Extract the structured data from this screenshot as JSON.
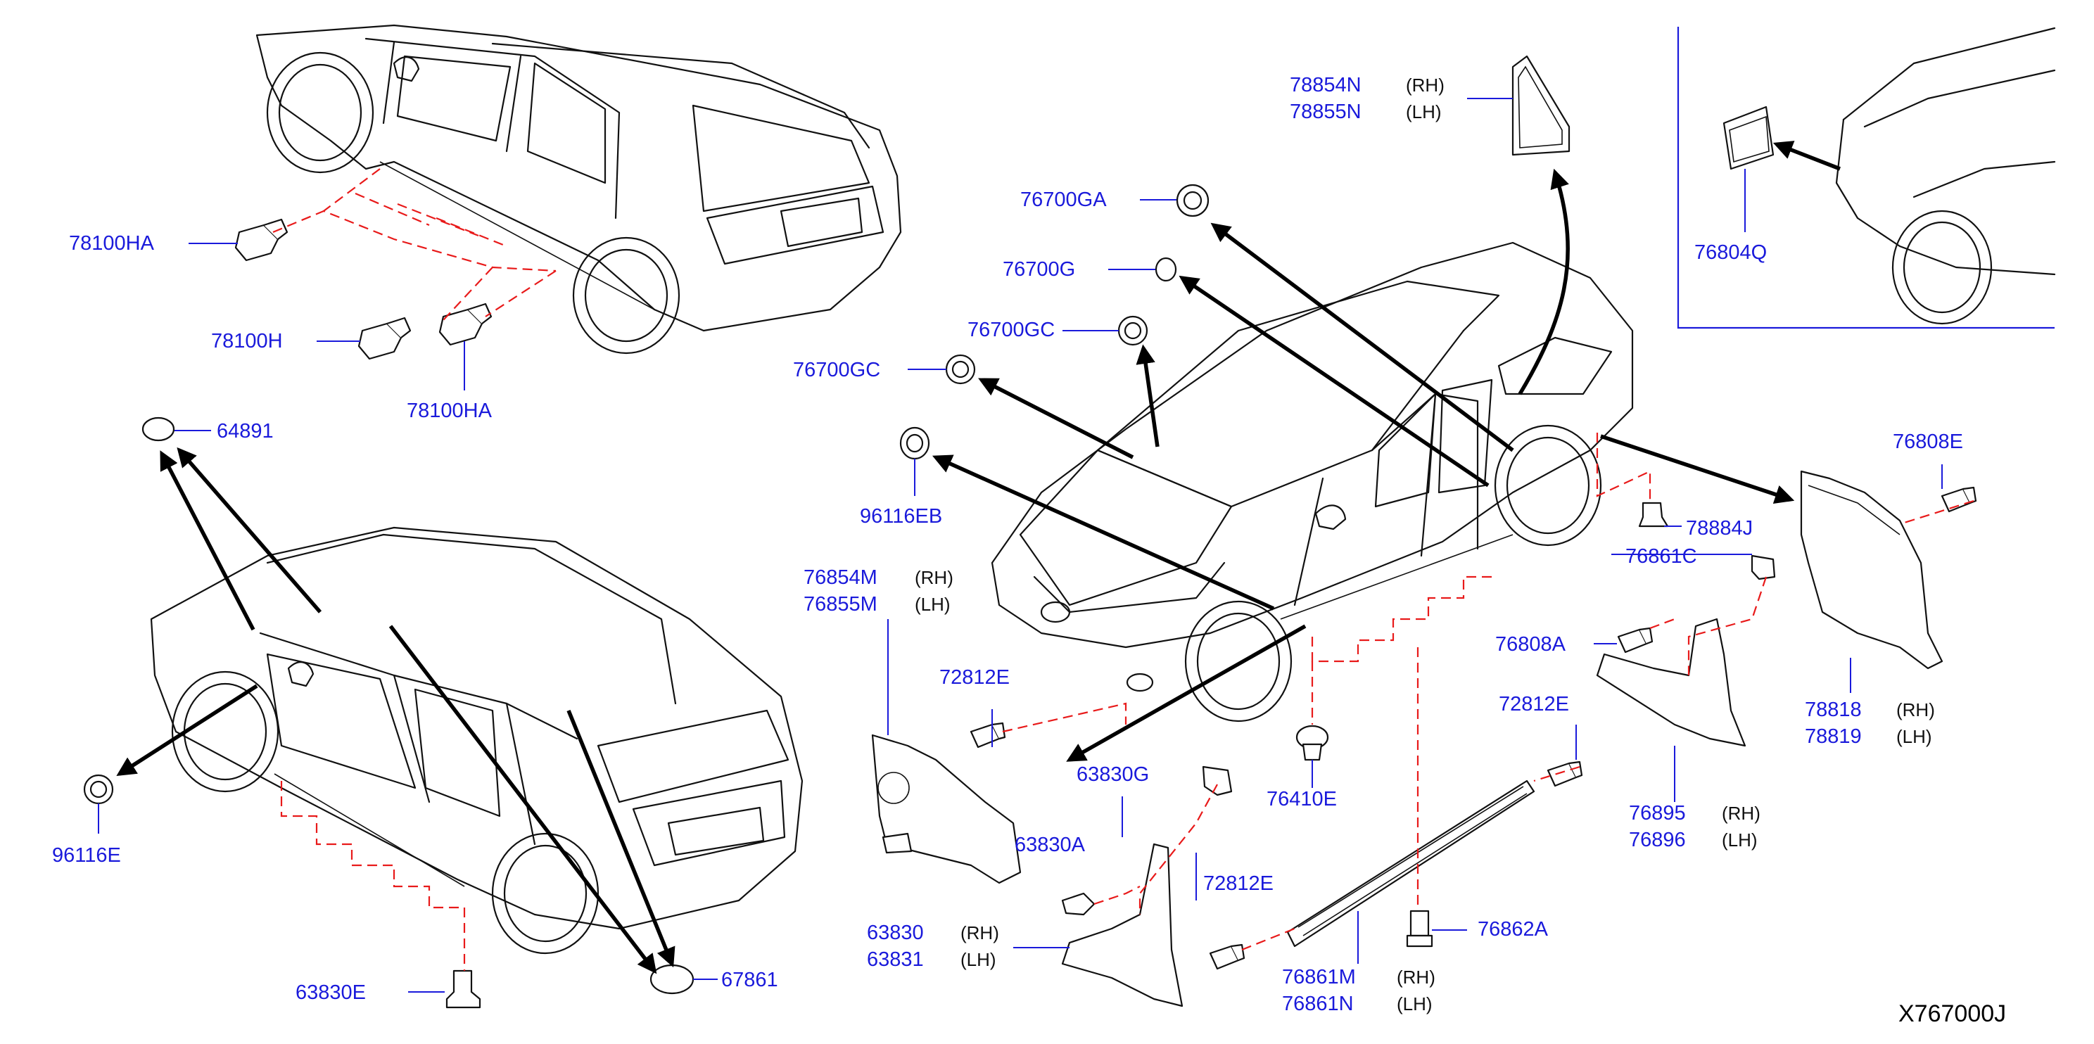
{
  "diagram_code": "X767000J",
  "callouts": [
    {
      "part": "78100HA",
      "side": ""
    },
    {
      "part": "78100H",
      "side": ""
    },
    {
      "part": "78100HA",
      "side": ""
    },
    {
      "part": "64891",
      "side": ""
    },
    {
      "part": "96116E",
      "side": ""
    },
    {
      "part": "63830E",
      "side": ""
    },
    {
      "part": "67861",
      "side": ""
    },
    {
      "part": "76700GA",
      "side": ""
    },
    {
      "part": "76700G",
      "side": ""
    },
    {
      "part": "76700GC",
      "side": ""
    },
    {
      "part": "76700GC",
      "side": ""
    },
    {
      "part": "96116EB",
      "side": ""
    },
    {
      "part": "76854M",
      "side": "(RH)"
    },
    {
      "part": "76855M",
      "side": "(LH)"
    },
    {
      "part": "72812E",
      "side": ""
    },
    {
      "part": "63830G",
      "side": ""
    },
    {
      "part": "63830A",
      "side": ""
    },
    {
      "part": "72812E",
      "side": ""
    },
    {
      "part": "63830",
      "side": "(RH)"
    },
    {
      "part": "63831",
      "side": "(LH)"
    },
    {
      "part": "76410E",
      "side": ""
    },
    {
      "part": "78854N",
      "side": "(RH)"
    },
    {
      "part": "78855N",
      "side": "(LH)"
    },
    {
      "part": "76804Q",
      "side": ""
    },
    {
      "part": "76808E",
      "side": ""
    },
    {
      "part": "78884J",
      "side": ""
    },
    {
      "part": "76861C",
      "side": ""
    },
    {
      "part": "76808A",
      "side": ""
    },
    {
      "part": "72812E",
      "side": ""
    },
    {
      "part": "78818",
      "side": "(RH)"
    },
    {
      "part": "78819",
      "side": "(LH)"
    },
    {
      "part": "76895",
      "side": "(RH)"
    },
    {
      "part": "76896",
      "side": "(LH)"
    },
    {
      "part": "76862A",
      "side": ""
    },
    {
      "part": "76861M",
      "side": "(RH)"
    },
    {
      "part": "76861N",
      "side": "(LH)"
    }
  ]
}
